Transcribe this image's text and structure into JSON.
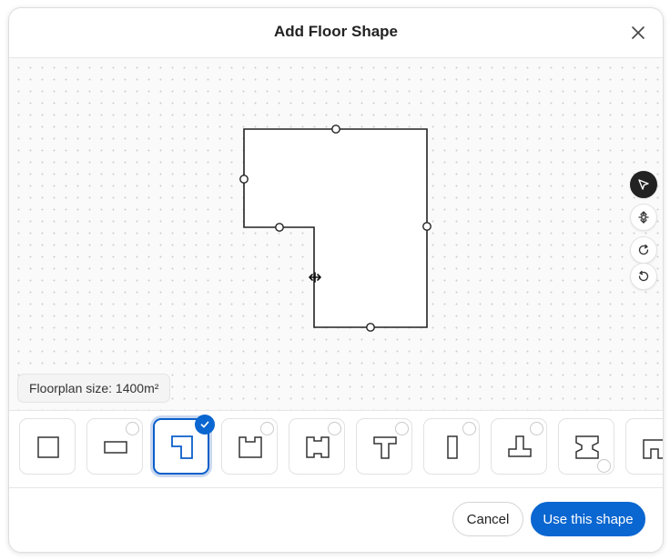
{
  "dialog": {
    "title": "Add Floor Shape",
    "close_icon": "close-icon"
  },
  "canvas": {
    "floorplan_size_label": "Floorplan size: 1400m²",
    "tools": [
      {
        "name": "pointer-tool",
        "icon": "cursor-arrow-icon",
        "active": true
      },
      {
        "name": "move-tool",
        "icon": "move-arrows-icon",
        "active": false
      },
      {
        "name": "redo-tool",
        "icon": "redo-icon",
        "active": false
      },
      {
        "name": "undo-tool",
        "icon": "undo-icon",
        "active": false
      }
    ],
    "cursor_icon": "resize-horizontal-cursor-icon"
  },
  "shapes": [
    {
      "name": "square",
      "selected": false
    },
    {
      "name": "rectangle",
      "selected": false
    },
    {
      "name": "l-shape",
      "selected": true
    },
    {
      "name": "u-shape",
      "selected": false
    },
    {
      "name": "h-shape",
      "selected": false
    },
    {
      "name": "t-shape",
      "selected": false
    },
    {
      "name": "narrow-rectangle",
      "selected": false
    },
    {
      "name": "inverted-t-shape",
      "selected": false
    },
    {
      "name": "i-shape",
      "selected": false
    },
    {
      "name": "arch-shape",
      "selected": false
    }
  ],
  "footer": {
    "cancel_label": "Cancel",
    "use_label": "Use this shape"
  },
  "colors": {
    "accent": "#0a66d0",
    "selected_border": "#0a5fc9",
    "active_tool": "#222222"
  }
}
